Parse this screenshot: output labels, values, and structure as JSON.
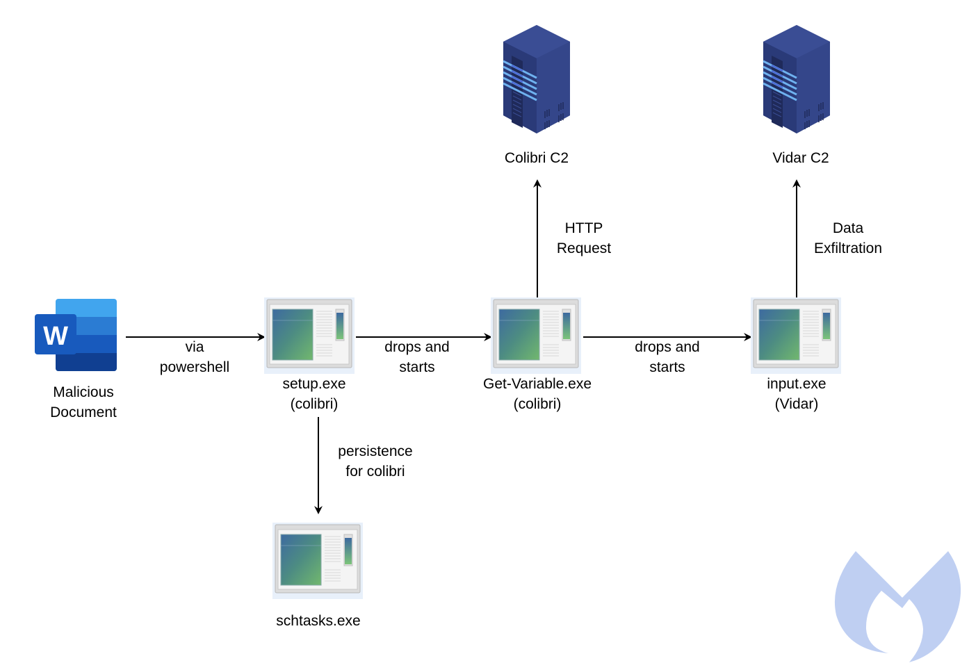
{
  "diagram": {
    "nodes": [
      {
        "id": "malicious-document",
        "icon": "word-document-icon",
        "label_lines": [
          "Malicious",
          "Document"
        ]
      },
      {
        "id": "setup-exe",
        "icon": "application-window-icon",
        "label_lines": [
          "setup.exe",
          "(colibri)"
        ]
      },
      {
        "id": "get-variable-exe",
        "icon": "application-window-icon",
        "label_lines": [
          "Get-Variable.exe",
          "(colibri)"
        ]
      },
      {
        "id": "input-exe",
        "icon": "application-window-icon",
        "label_lines": [
          "input.exe",
          "(Vidar)"
        ]
      },
      {
        "id": "schtasks-exe",
        "icon": "application-window-icon",
        "label_lines": [
          "schtasks.exe"
        ]
      },
      {
        "id": "colibri-c2",
        "icon": "server-icon",
        "label_lines": [
          "Colibri C2"
        ]
      },
      {
        "id": "vidar-c2",
        "icon": "server-icon",
        "label_lines": [
          "Vidar C2"
        ]
      }
    ],
    "edges": [
      {
        "from": "malicious-document",
        "to": "setup-exe",
        "label_lines": [
          "via",
          "powershell"
        ]
      },
      {
        "from": "setup-exe",
        "to": "get-variable-exe",
        "label_lines": [
          "drops and",
          "starts"
        ]
      },
      {
        "from": "get-variable-exe",
        "to": "input-exe",
        "label_lines": [
          "drops and",
          "starts"
        ]
      },
      {
        "from": "get-variable-exe",
        "to": "colibri-c2",
        "label_lines": [
          "HTTP",
          "Request"
        ]
      },
      {
        "from": "input-exe",
        "to": "vidar-c2",
        "label_lines": [
          "Data",
          "Exfiltration"
        ]
      },
      {
        "from": "setup-exe",
        "to": "schtasks-exe",
        "label_lines": [
          "persistence",
          "for colibri"
        ]
      }
    ],
    "watermark": {
      "icon": "malwarebytes-logo-icon",
      "color": "#bfcff2"
    },
    "colors": {
      "server": "#2e3f80",
      "server_light": "#6fb2f0",
      "word_blue": "#2b579a",
      "arrow": "#000000"
    }
  }
}
